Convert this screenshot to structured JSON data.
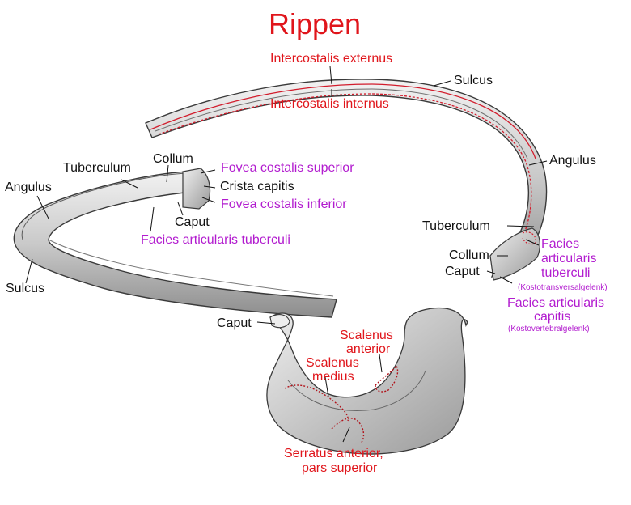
{
  "title": "Rippen",
  "labels": {
    "intercostalis_externus": "Intercostalis externus",
    "intercostalis_internus": "Intercostalis internus",
    "sulcus_right": "Sulcus",
    "angulus_right": "Angulus",
    "tuberculum_right": "Tuberculum",
    "collum_right": "Collum",
    "caput_right": "Caput",
    "facies_art_tuberculi_right_1": "Facies",
    "facies_art_tuberculi_right_2": "articularis",
    "facies_art_tuberculi_right_3": "tuberculi",
    "kostotransversalgelenk": "(Kostotransversalgelenk)",
    "facies_art_capitis_1": "Facies articularis",
    "facies_art_capitis_2": "capitis",
    "kostovertebralgelenk": "(Kostovertebralgelenk)",
    "tuberculum_left": "Tuberculum",
    "collum_left": "Collum",
    "angulus_left": "Angulus",
    "fovea_costalis_superior": "Fovea costalis superior",
    "crista_capitis": "Crista capitis",
    "fovea_costalis_inferior": "Fovea costalis inferior",
    "caput_left": "Caput",
    "facies_art_tuberculi_left": "Facies articularis tuberculi",
    "sulcus_left": "Sulcus",
    "caput_bottom": "Caput",
    "scalenus_anterior_1": "Scalenus",
    "scalenus_anterior_2": "anterior",
    "scalenus_medius_1": "Scalenus",
    "scalenus_medius_2": "medius",
    "serratus_1": "Serratus anterior,",
    "serratus_2": "pars superior"
  },
  "colors": {
    "muscle_label": "#e0151b",
    "joint_label": "#b21ccf",
    "structure_label": "#111111",
    "bone_fill": "#d9d9d9",
    "bone_stroke": "#3a3a3a"
  }
}
